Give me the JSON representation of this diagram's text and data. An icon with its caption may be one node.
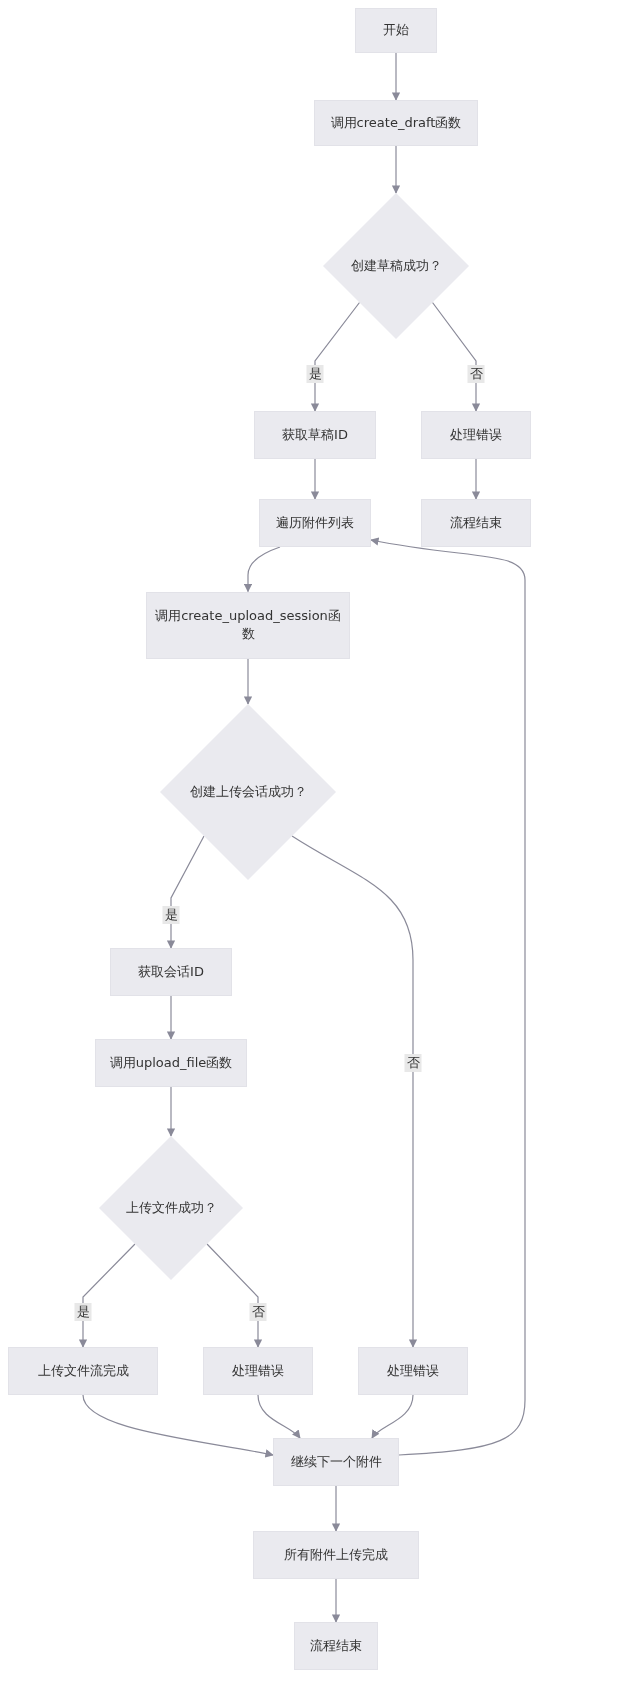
{
  "diagram": {
    "nodes": [
      {
        "text": [
          "开始"
        ]
      },
      {
        "text": [
          "调用create_draft函数"
        ]
      },
      {
        "text": [
          "创建草稿成功？"
        ]
      },
      {
        "text": [
          "获取草稿ID"
        ]
      },
      {
        "text": [
          "处理错误"
        ]
      },
      {
        "text": [
          "遍历附件列表"
        ]
      },
      {
        "text": [
          "流程结束"
        ]
      },
      {
        "text": [
          "调用create_upload_session函数"
        ]
      },
      {
        "text": [
          "创建上传会话成功？"
        ]
      },
      {
        "text": [
          "获取会话ID"
        ]
      },
      {
        "text": [
          "调用upload_file函数"
        ]
      },
      {
        "text": [
          "上传文件成功？"
        ]
      },
      {
        "text": [
          "上传文件流完成"
        ]
      },
      {
        "text": [
          "处理错误"
        ]
      },
      {
        "text": [
          "处理错误"
        ]
      },
      {
        "text": [
          "继续下一个附件"
        ]
      },
      {
        "text": [
          "所有附件上传完成"
        ]
      },
      {
        "text": [
          "流程结束"
        ]
      }
    ],
    "edges": [
      {
        "from": 0,
        "to": 1,
        "arrow": "to"
      },
      {
        "from": 1,
        "to": 2,
        "arrow": "to"
      },
      {
        "from": 2,
        "to": 3,
        "arrow": "to",
        "label": "是"
      },
      {
        "from": 2,
        "to": 4,
        "arrow": "to",
        "label": "否"
      },
      {
        "from": 4,
        "to": 6,
        "arrow": "to"
      },
      {
        "from": 3,
        "to": 5,
        "arrow": "to"
      },
      {
        "from": 5,
        "to": 7,
        "arrow": "to"
      },
      {
        "from": 7,
        "to": 8,
        "arrow": "to"
      },
      {
        "from": 8,
        "to": 9,
        "arrow": "to",
        "label": "是"
      },
      {
        "from": 8,
        "to": 14,
        "arrow": "to",
        "label": "否"
      },
      {
        "from": 9,
        "to": 10,
        "arrow": "to"
      },
      {
        "from": 10,
        "to": 11,
        "arrow": "to"
      },
      {
        "from": 11,
        "to": 12,
        "arrow": "to",
        "label": "是"
      },
      {
        "from": 11,
        "to": 13,
        "arrow": "to",
        "label": "否"
      },
      {
        "from": 12,
        "to": 15,
        "arrow": "to"
      },
      {
        "from": 13,
        "to": 15,
        "arrow": "to"
      },
      {
        "from": 14,
        "to": 15,
        "arrow": "to"
      },
      {
        "from": 15,
        "to": 5,
        "arrow": "to"
      },
      {
        "from": 15,
        "to": 16,
        "arrow": "to"
      },
      {
        "from": 16,
        "to": 17,
        "arrow": "to"
      }
    ]
  }
}
